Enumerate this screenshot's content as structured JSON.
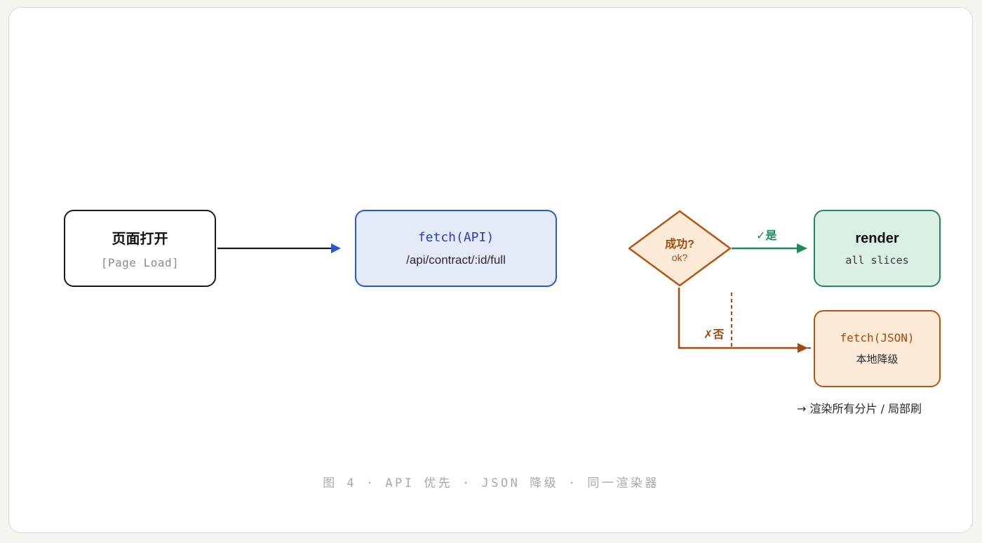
{
  "nodes": {
    "page_open": {
      "title": "页面打开",
      "subtitle": "[Page Load]"
    },
    "fetch_api": {
      "code": "fetch(API)",
      "path": "/api/contract/:id/full"
    },
    "decision": {
      "title": "成功?",
      "subtitle": "ok?"
    },
    "render": {
      "title": "render",
      "subtitle": "all slices"
    },
    "fetch_json": {
      "code": "fetch(JSON)",
      "subtitle": "本地降级"
    }
  },
  "edges": {
    "yes_label": "✓是",
    "no_label": "✗否"
  },
  "note": "→ 渲染所有分片 / 局部刷",
  "caption": "图 4 · API 优先 · JSON 降级 · 同一渲染器",
  "colors": {
    "black": "#1a1a1a",
    "blue": "#2b55d6",
    "green": "#1e8a5c",
    "orange": "#b35515",
    "caption_gray": "#a8a8a8"
  }
}
